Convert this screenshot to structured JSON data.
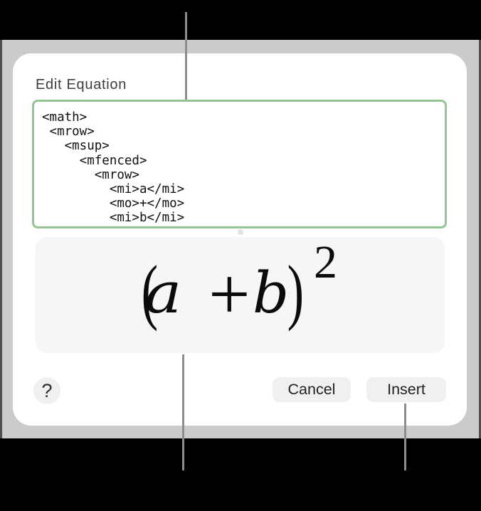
{
  "dialog": {
    "title": "Edit Equation",
    "code_lines": [
      "<math>",
      " <mrow>",
      "   <msup>",
      "     <mfenced>",
      "       <mrow>",
      "         <mi>a</mi>",
      "         <mo>+</mo>",
      "         <mi>b</mi>"
    ],
    "preview_equation": {
      "open_paren": "(",
      "term_a": "a",
      "operator": "+",
      "term_b": "b",
      "close_paren": ")",
      "superscript": "2"
    },
    "buttons": {
      "help": "?",
      "cancel": "Cancel",
      "insert": "Insert"
    }
  },
  "colors": {
    "textarea_border": "#92c791",
    "dialog_background": "#ffffff",
    "page_background": "#cbcbcb",
    "bar_background": "#000000"
  }
}
